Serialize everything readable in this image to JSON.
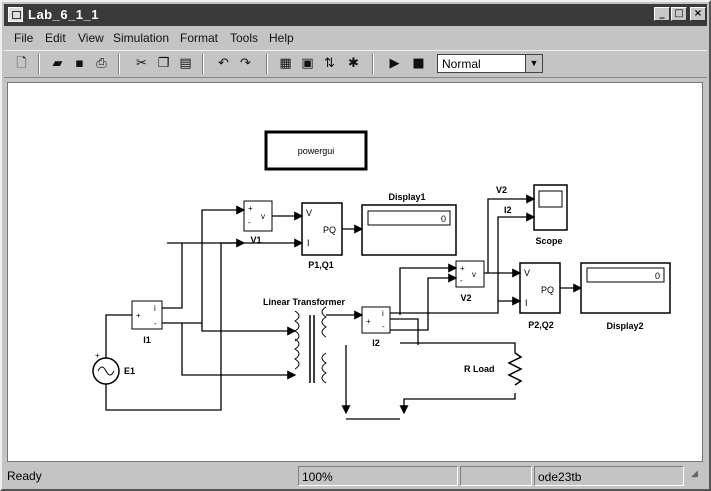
{
  "window": {
    "title": "Lab_6_1_1"
  },
  "menu": [
    "File",
    "Edit",
    "View",
    "Simulation",
    "Format",
    "Tools",
    "Help"
  ],
  "toolbar": {
    "sim_mode": "Normal"
  },
  "diagram": {
    "powergui": "powergui",
    "display1_label": "Display1",
    "display1_value": "0",
    "display2_label": "Display2",
    "display2_value": "0",
    "v1": "V1",
    "i1": "I1",
    "p1q1": "P1,Q1",
    "e1": "E1",
    "transformer": "Linear Transformer",
    "i2": "I2",
    "v2": "V2",
    "p2q2": "P2,Q2",
    "scope": "Scope",
    "rload": "R Load",
    "scope_v2": "V2",
    "scope_i2": "I2",
    "port_v": "V",
    "port_i": "I",
    "port_pq": "PQ",
    "plus": "+",
    "minus": "-",
    "v_sym": "v",
    "i_sym": "i"
  },
  "status": {
    "left": "Ready",
    "zoom": "100%",
    "solver": "ode23tb"
  }
}
